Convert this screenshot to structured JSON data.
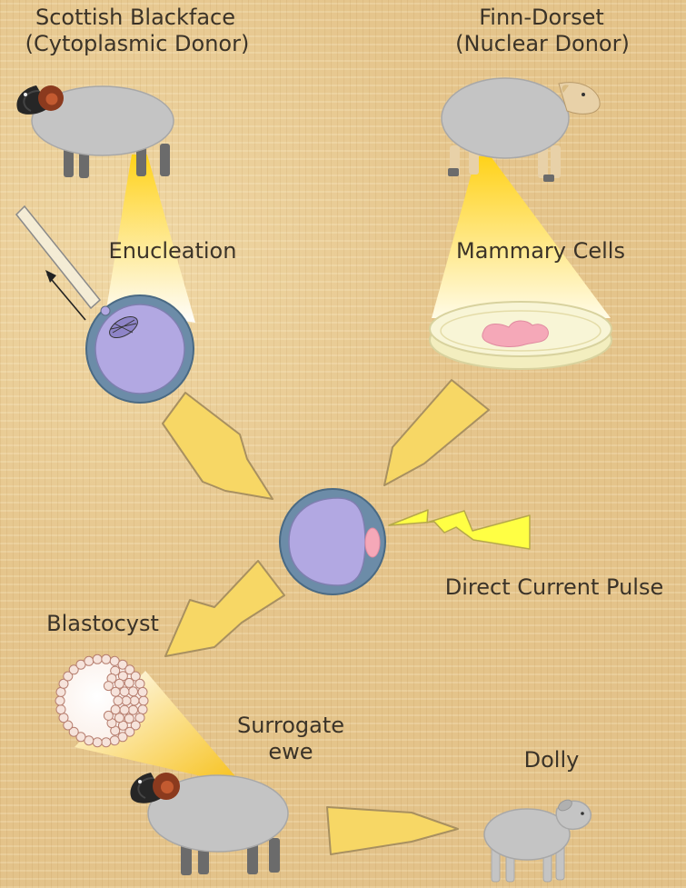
{
  "labels": {
    "cytoplasmic_donor_title": "Scottish Blackface",
    "cytoplasmic_donor_subtitle": "(Cytoplasmic Donor)",
    "nuclear_donor_title": "Finn-Dorset",
    "nuclear_donor_subtitle": "(Nuclear Donor)",
    "enucleation": "Enucleation",
    "mammary_cells": "Mammary Cells",
    "direct_current_pulse": "Direct Current Pulse",
    "blastocyst": "Blastocyst",
    "surrogate_line1": "Surrogate",
    "surrogate_line2": "ewe",
    "dolly": "Dolly"
  },
  "colors": {
    "background": "#e8cc97",
    "wool": "#c4c4c4",
    "blackface": "#2a2a2a",
    "horn": "#8b3a1e",
    "cell_fill": "#b2a8e2",
    "cell_membrane": "#6c8ca8",
    "arrow_fill": "#f7d765",
    "lightning": "#ffff44",
    "mammary_tissue": "#f5a8b8",
    "petri_dish": "#f3eebf"
  }
}
